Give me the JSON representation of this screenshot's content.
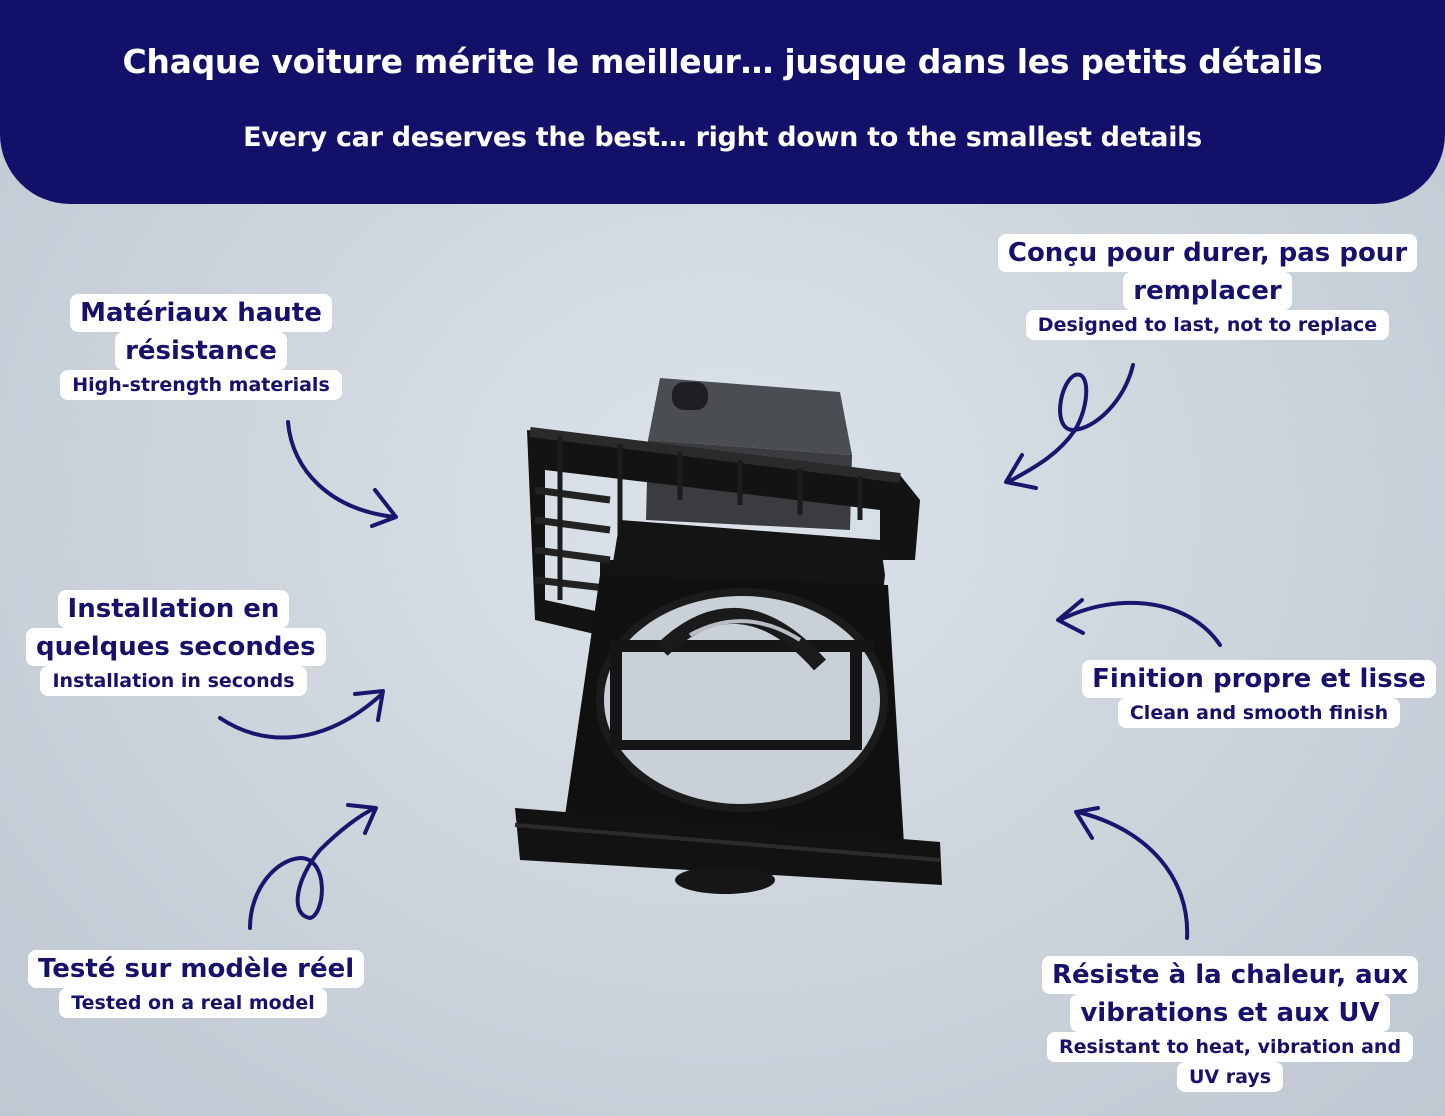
{
  "banner": {
    "title_fr": "Chaque voiture mérite le meilleur… jusque dans les petits détails",
    "title_en": "Every car deserves the best… right down to the smallest details"
  },
  "features": {
    "materials": {
      "fr_line1": "Matériaux haute",
      "fr_line2": "résistance",
      "en": "High-strength materials"
    },
    "durable": {
      "fr_line1": "Conçu pour durer, pas pour",
      "fr_line2": "remplacer",
      "en": "Designed to last, not to replace"
    },
    "install": {
      "fr_line1": "Installation en",
      "fr_line2": "quelques secondes",
      "en": "Installation in seconds"
    },
    "finish": {
      "fr_line1": "Finition propre et lisse",
      "en": "Clean and smooth finish"
    },
    "tested": {
      "fr_line1": "Testé sur modèle réel",
      "en": "Tested on a real model"
    },
    "resist": {
      "fr_line1": "Résiste à la chaleur, aux",
      "fr_line2": "vibrations et aux UV",
      "en_line1": "Resistant to heat, vibration and",
      "en_line2": "UV rays"
    }
  },
  "colors": {
    "navy": "#13106a",
    "background": "#cdd4dc",
    "pill": "#ffffff"
  },
  "icons": {
    "arrow": "hand-drawn-arrow-icon",
    "product": "cup-holder-photo"
  }
}
